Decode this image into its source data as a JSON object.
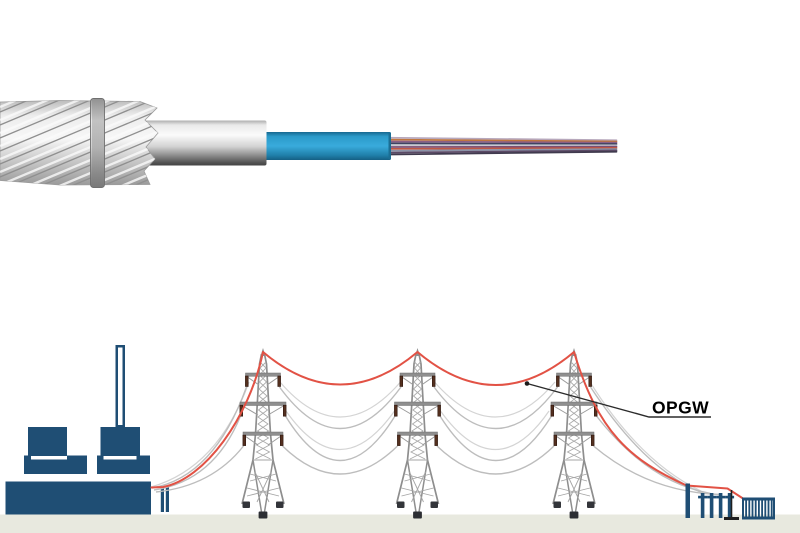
{
  "label": {
    "text": "OPGW"
  },
  "cable": {
    "description": "opgw-cable-cutaway",
    "fiber_colors": [
      "#b7a8bc",
      "#c0763f",
      "#8a5f86",
      "#3f4461",
      "#c9cad2",
      "#7c4f74",
      "#c05844",
      "#8b93a9",
      "#5c4a66",
      "#403a4e"
    ],
    "jacket_color": "#2e9fd0",
    "tube_color": "#c9c9c9",
    "strand_color": "#d6d6d6"
  },
  "scene": {
    "tower_count": 3,
    "tower_positions": [
      263,
      417.5,
      574
    ],
    "wire_colors": {
      "opgw": "#e25245",
      "conductor": "#bdbdbd",
      "conductor_far": "#d4d4d4"
    },
    "plant_color": "#1f4e74",
    "ground_color": "#e8e9df",
    "insulator_color": "#54301f",
    "tower_color": "#979797",
    "leader_color": "#2b2b2b"
  }
}
